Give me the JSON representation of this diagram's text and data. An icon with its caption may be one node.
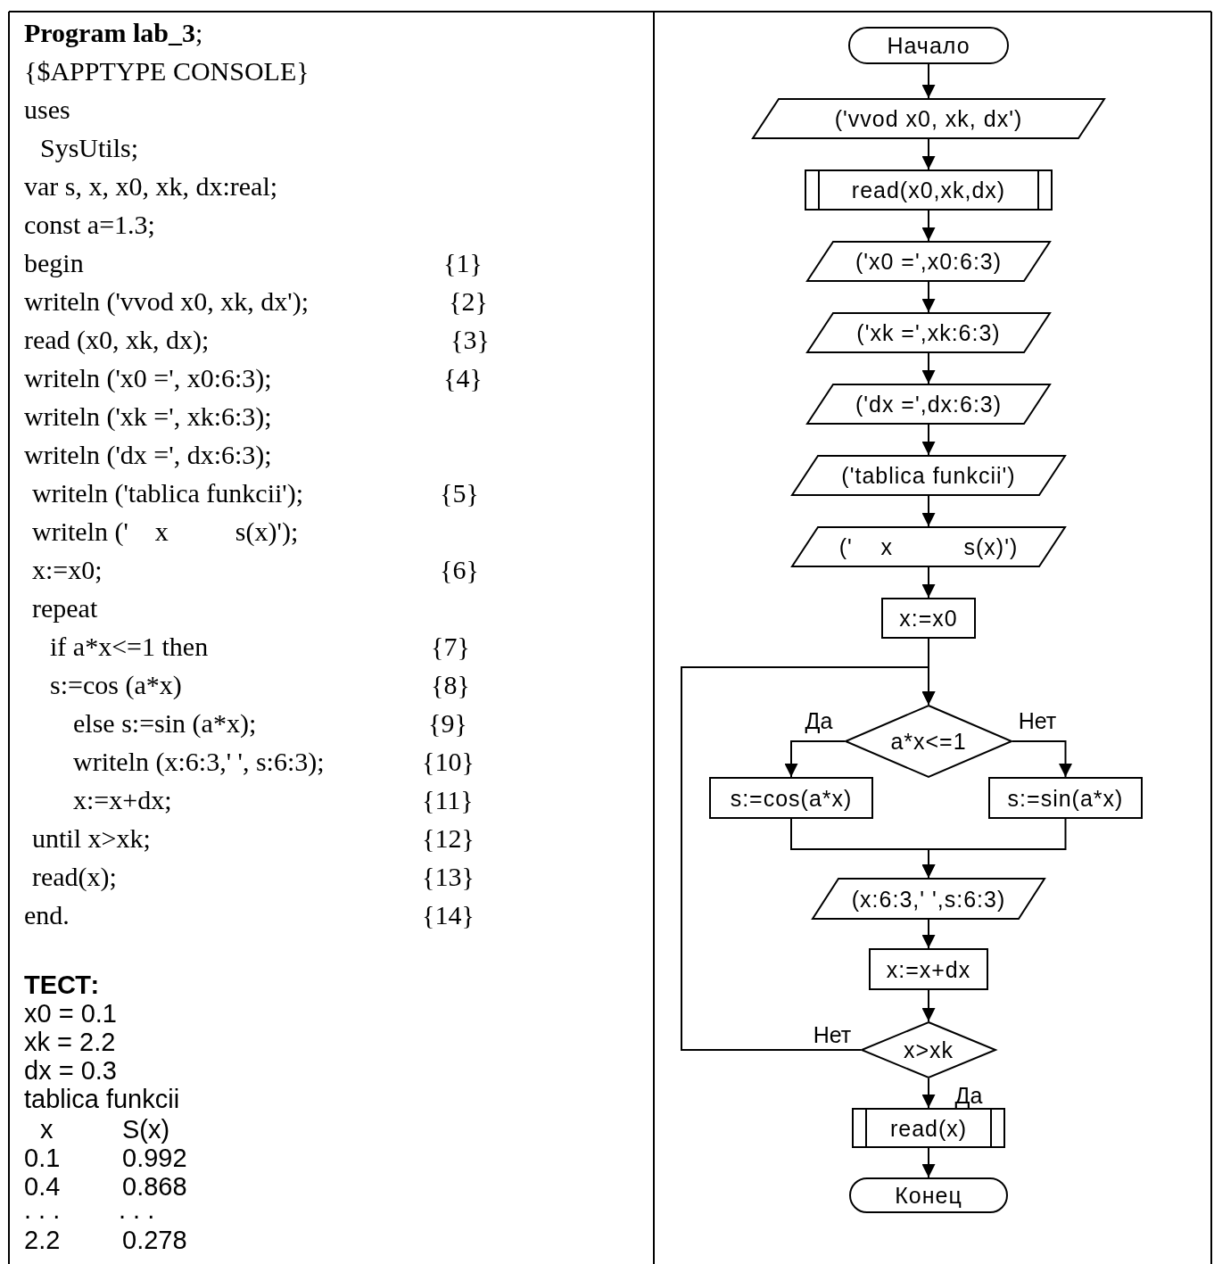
{
  "diagram": {
    "nodes": [
      {
        "text": [
          "Начало"
        ]
      },
      {
        "text": [
          "('vvod x0, xk, dx')"
        ]
      },
      {
        "text": [
          "read(x0,xk,dx)"
        ]
      },
      {
        "text": [
          "('x0 =',x0:6:3)"
        ]
      },
      {
        "text": [
          "('xk =',xk:6:3)"
        ]
      },
      {
        "text": [
          "('dx =',dx:6:3)"
        ]
      },
      {
        "text": [
          "('tablica funkcii')"
        ]
      },
      {
        "text": [
          "('    x          s(x)')"
        ]
      },
      {
        "text": [
          "x:=x0"
        ]
      },
      {
        "text": [
          "a*x<=1"
        ]
      },
      {
        "text": [
          "s:=cos(a*x)"
        ]
      },
      {
        "text": [
          "s:=sin(a*x)"
        ]
      },
      {
        "text": [
          "(x:6:3,' ',s:6:3)"
        ]
      },
      {
        "text": [
          "x:=x+dx"
        ]
      },
      {
        "text": [
          "x>xk"
        ]
      },
      {
        "text": [
          "read(x)"
        ]
      },
      {
        "text": [
          "Конец"
        ]
      }
    ],
    "edges": [
      {
        "from": 0,
        "to": 1,
        "arrow": "to"
      },
      {
        "from": 1,
        "to": 2,
        "arrow": "to"
      },
      {
        "from": 2,
        "to": 3,
        "arrow": "to"
      },
      {
        "from": 3,
        "to": 4,
        "arrow": "to"
      },
      {
        "from": 4,
        "to": 5,
        "arrow": "to"
      },
      {
        "from": 5,
        "to": 6,
        "arrow": "to"
      },
      {
        "from": 6,
        "to": 7,
        "arrow": "to"
      },
      {
        "from": 7,
        "to": 8,
        "arrow": "to"
      },
      {
        "from": 8,
        "to": 9,
        "arrow": "to"
      },
      {
        "from": 9,
        "to": 10,
        "arrow": "to",
        "label": "Да"
      },
      {
        "from": 9,
        "to": 11,
        "arrow": "to",
        "label": "Нет"
      },
      {
        "from": 10,
        "to": 12,
        "arrow": "to"
      },
      {
        "from": 11,
        "to": 12,
        "arrow": "to"
      },
      {
        "from": 12,
        "to": 13,
        "arrow": "to"
      },
      {
        "from": 13,
        "to": 14,
        "arrow": "to"
      },
      {
        "from": 14,
        "to": 9,
        "arrow": "to",
        "label": "Нет"
      },
      {
        "from": 14,
        "to": 15,
        "arrow": "to",
        "label": "Да"
      },
      {
        "from": 15,
        "to": 16,
        "arrow": "to"
      }
    ],
    "labels": [
      "**Program lab_3**;",
      "{$APPTYPE CONSOLE}",
      "uses",
      "SysUtils;",
      "var s, x, x0, xk, dx:real;",
      "const a=1.3;",
      "begin",
      "{1}",
      "writeln ('vvod x0, xk, dx');",
      "{2}",
      "read (x0, xk, dx);",
      "{3}",
      "writeln ('x0 =', x0:6:3);",
      "{4}",
      "writeln ('xk =', xk:6:3);",
      "writeln ('dx =', dx:6:3);",
      "writeln ('tablica funkcii');",
      "{5}",
      "writeln ('    x          s(x)');",
      "x:=x0;",
      "{6}",
      "repeat",
      "if a*x<=1 then",
      "{7}",
      "s:=cos (a*x)",
      "{8}",
      "else s:=sin (a*x);",
      "{9}",
      "writeln (x:6:3,' ', s:6:3);",
      "{10}",
      "x:=x+dx;",
      "{11}",
      "until x>xk;",
      "{12}",
      "read(x);",
      "{13}",
      "end.",
      "{14}",
      "ТЕСТ:",
      "x0 = 0.1",
      "xk = 2.2",
      "dx = 0.3",
      "tablica funkcii",
      "x",
      "S(x)",
      "0.1",
      "0.992",
      "0.4",
      "0.868",
      ". . .",
      ". . .",
      "2.2",
      "0.278"
    ]
  }
}
